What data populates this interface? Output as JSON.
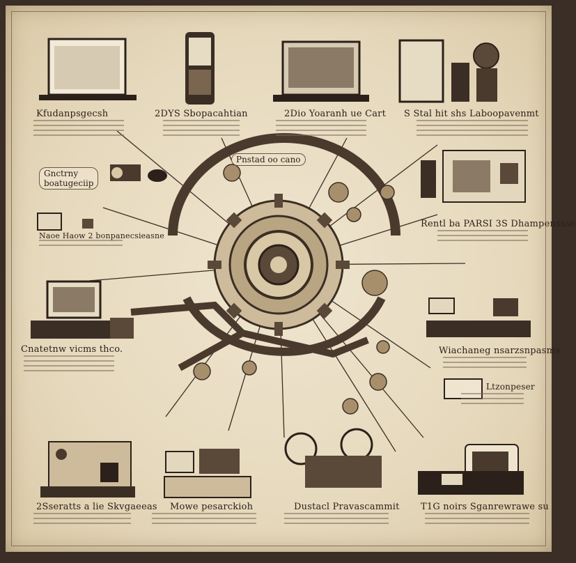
{
  "labels": {
    "top1": "Kfudanpsgecsh",
    "top2": "2DYS Sbopacahtian",
    "top3": "2Dio Yoaranh ue Cart",
    "top4": "S Stal hit shs Laboopavenmt",
    "left_box": "Gnctrny\nboatugeciip",
    "center_top": "Pnstad oo cano",
    "left_mid": "Naoe Haow 2 bonpanecsieasne",
    "right_mid": "Rentl ba PARSI 3S Dhampenssse",
    "left_lower": "Cnatetnw vicms thco.",
    "right_lower": "Wiachaneg nsarzsnpasms",
    "right_small": "Ltzonpeser",
    "bottom1": "2Sseratts a lie Skvgaeeas",
    "bottom2": "Mowe pesarckioh",
    "bottom3": "Dustacl Pravascammit",
    "bottom4": "T1G noirs Sganrewrawe su"
  },
  "colors": {
    "paper": "#e9dec5",
    "ink": "#2b211a",
    "metal": "#5a4838",
    "accent": "#8a6e50"
  }
}
